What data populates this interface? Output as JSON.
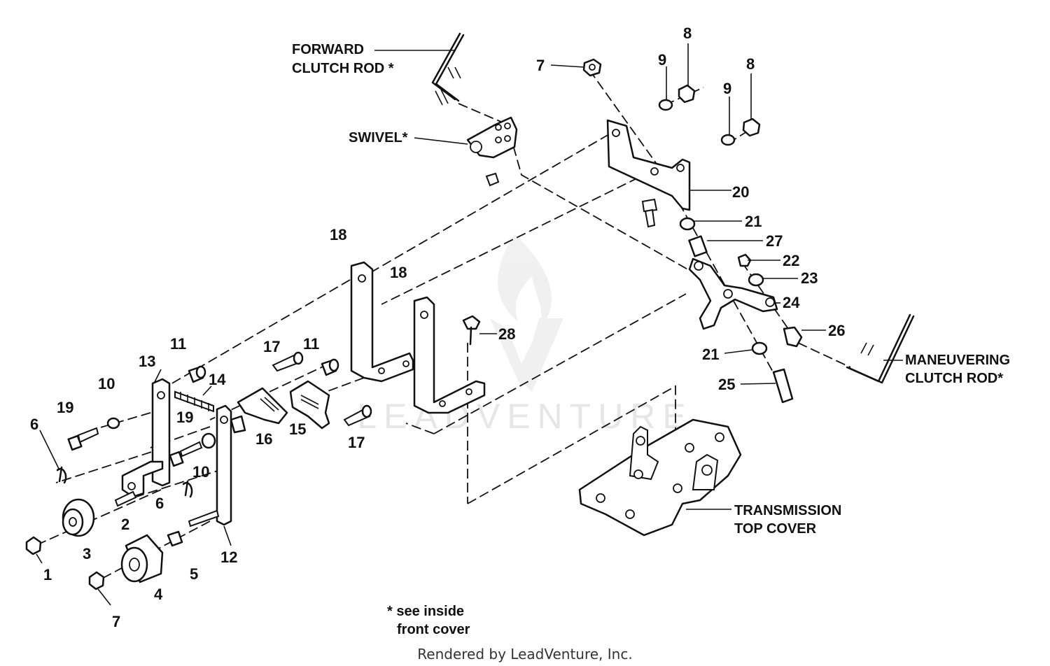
{
  "callouts": {
    "forward_line1": "FORWARD",
    "forward_line2": "CLUTCH ROD *",
    "swivel": "SWIVEL*",
    "maneuvering_line1": "MANEUVERING",
    "maneuvering_line2": "CLUTCH ROD*",
    "transmission_line1": "TRANSMISSION",
    "transmission_line2": "TOP COVER"
  },
  "parts": {
    "p1": "1",
    "p2": "2",
    "p3": "3",
    "p4": "4",
    "p5": "5",
    "p6a": "6",
    "p6b": "6",
    "p7a": "7",
    "p7b": "7",
    "p8a": "8",
    "p8b": "8",
    "p9a": "9",
    "p9b": "9",
    "p10a": "10",
    "p10b": "10",
    "p11a": "11",
    "p11b": "11",
    "p12": "12",
    "p13": "13",
    "p14": "14",
    "p15": "15",
    "p16": "16",
    "p17a": "17",
    "p17b": "17",
    "p18a": "18",
    "p18b": "18",
    "p19a": "19",
    "p19b": "19",
    "p20": "20",
    "p21a": "21",
    "p21b": "21",
    "p22": "22",
    "p23": "23",
    "p24": "24",
    "p25": "25",
    "p26": "26",
    "p27": "27",
    "p28": "28"
  },
  "footnote": {
    "line1": "* see inside",
    "line2": "front cover"
  },
  "credit": "Rendered by LeadVenture, Inc.",
  "watermark": "LEADVENTURE"
}
